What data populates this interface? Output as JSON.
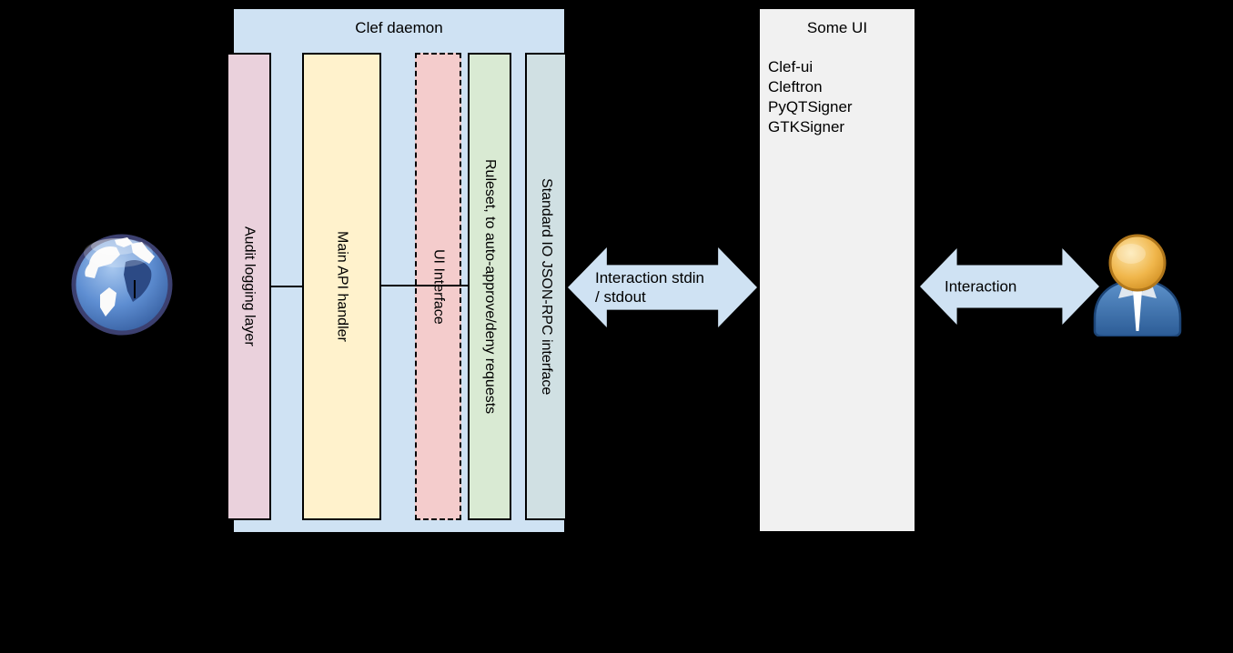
{
  "background": "#000000",
  "clef_daemon": {
    "title": "Clef daemon",
    "fill": "#cfe2f3",
    "bars": [
      {
        "label": "Audit logging layer",
        "fill": "#ead1dc",
        "border": "solid"
      },
      {
        "label": "Main API handler",
        "fill": "#fff2cc",
        "border": "solid"
      },
      {
        "label": "UI Interface",
        "fill": "#f4cccc",
        "border": "dashed"
      },
      {
        "label": "Ruleset, to auto-approve/deny requests",
        "fill": "#d9ead3",
        "border": "solid"
      },
      {
        "label": "Standard IO JSON-RPC interface",
        "fill": "#d0e0e3",
        "border": "solid"
      }
    ]
  },
  "some_ui": {
    "title": "Some UI",
    "fill": "#f1f1f1",
    "items": [
      "Clef-ui",
      "Cleftron",
      "PyQTSigner",
      "GTKSigner"
    ]
  },
  "arrows": {
    "left": {
      "line1": "Interaction stdin",
      "line2": "/ stdout",
      "fill": "#cfe2f3"
    },
    "right": {
      "label": "Interaction",
      "fill": "#cfe2f3"
    }
  },
  "icons": {
    "globe": "globe-icon",
    "user": "user-icon"
  },
  "colors": {
    "connector_line": "#000000",
    "box_border": "#000000",
    "text": "#000000"
  }
}
